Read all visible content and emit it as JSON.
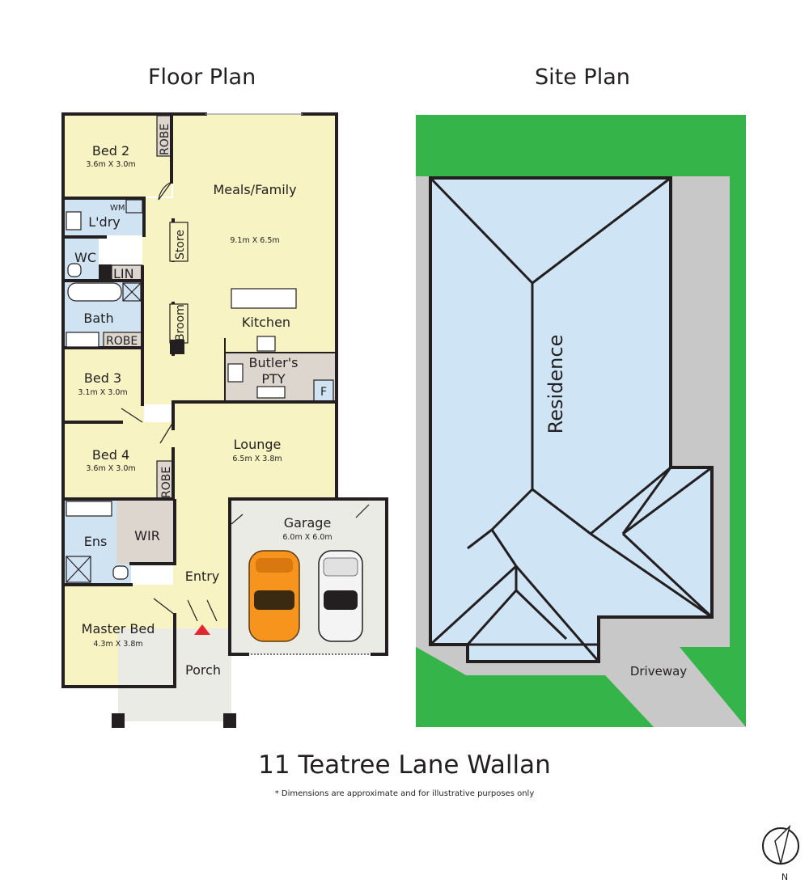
{
  "headings": {
    "floor_plan": "Floor Plan",
    "site_plan": "Site Plan"
  },
  "title": "11 Teatree Lane Wallan",
  "disclaimer": "* Dimensions are approximate and for illustrative purposes only",
  "rooms": {
    "bed2": {
      "name": "Bed 2",
      "dims": "3.6m X 3.0m"
    },
    "robe_bed2": "ROBE",
    "wm": "WM",
    "laundry": "L'dry",
    "wc": "WC",
    "lin": "LIN",
    "bath": "Bath",
    "robe_bath": "ROBE",
    "bed3": {
      "name": "Bed 3",
      "dims": "3.1m X 3.0m"
    },
    "bed4": {
      "name": "Bed 4",
      "dims": "3.6m X 3.0m"
    },
    "robe_bed4": "ROBE",
    "ens": "Ens",
    "wir": "WIR",
    "entry": "Entry",
    "master": {
      "name": "Master Bed",
      "dims": "4.3m X 3.8m"
    },
    "porch": "Porch",
    "meals": {
      "name": "Meals/Family",
      "dims": "9.1m X 6.5m"
    },
    "store": "Store",
    "broom": "Broom",
    "kitchen": "Kitchen",
    "butlers": {
      "line1": "Butler's",
      "line2": "PTY"
    },
    "fridge": "F",
    "lounge": {
      "name": "Lounge",
      "dims": "6.5m X 3.8m"
    },
    "garage": {
      "name": "Garage",
      "dims": "6.0m X 6.0m"
    }
  },
  "site": {
    "residence": "Residence",
    "driveway": "Driveway"
  },
  "compass": {
    "label": "N"
  },
  "colors": {
    "living": "#f7f3c2",
    "wet": "#cfe3f3",
    "storage": "#dcd6cf",
    "garage": "#ebebe6",
    "wall": "#231f20",
    "lawn": "#35b44a",
    "paving": "#c8c8c8",
    "roof": "#cfe5f5",
    "car_orange": "#f7941d"
  }
}
